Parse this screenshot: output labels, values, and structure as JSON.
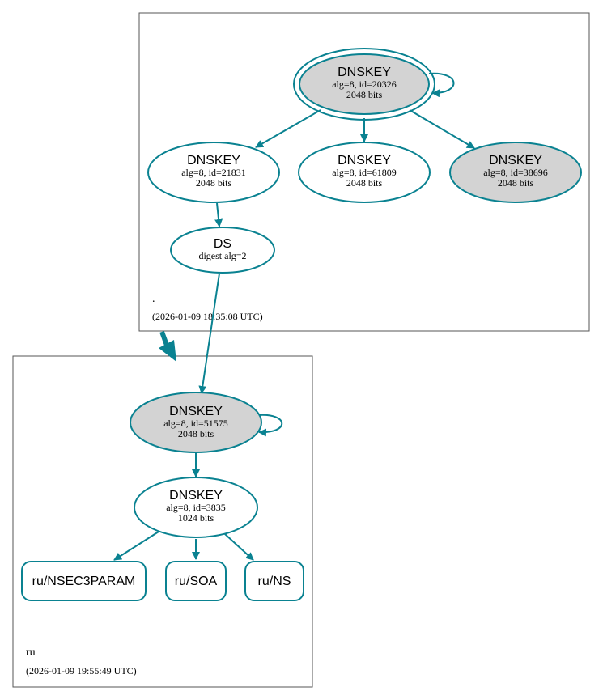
{
  "colors": {
    "edge": "#0a8291",
    "node_stroke": "#0a8291",
    "sep_fill": "#d3d3d3",
    "plain_fill": "#ffffff",
    "cluster_stroke": "#555555"
  },
  "zones": {
    "root": {
      "name": ".",
      "timestamp": "(2026-01-09 18:35:08 UTC)"
    },
    "ru": {
      "name": "ru",
      "timestamp": "(2026-01-09 19:55:49 UTC)"
    }
  },
  "nodes": {
    "root_ksk": {
      "title": "DNSKEY",
      "line1": "alg=8, id=20326",
      "line2": "2048 bits",
      "secure_entry_point": true,
      "trust_anchor": true
    },
    "root_zsk1": {
      "title": "DNSKEY",
      "line1": "alg=8, id=21831",
      "line2": "2048 bits",
      "secure_entry_point": false
    },
    "root_zsk2": {
      "title": "DNSKEY",
      "line1": "alg=8, id=61809",
      "line2": "2048 bits",
      "secure_entry_point": false
    },
    "root_key3": {
      "title": "DNSKEY",
      "line1": "alg=8, id=38696",
      "line2": "2048 bits",
      "secure_entry_point": true
    },
    "ru_ds": {
      "title": "DS",
      "line1": "digest alg=2"
    },
    "ru_ksk": {
      "title": "DNSKEY",
      "line1": "alg=8, id=51575",
      "line2": "2048 bits",
      "secure_entry_point": true
    },
    "ru_zsk": {
      "title": "DNSKEY",
      "line1": "alg=8, id=3835",
      "line2": "1024 bits",
      "secure_entry_point": false
    },
    "ru_nsec3param": {
      "title": "ru/NSEC3PARAM"
    },
    "ru_soa": {
      "title": "ru/SOA"
    },
    "ru_ns": {
      "title": "ru/NS"
    }
  }
}
